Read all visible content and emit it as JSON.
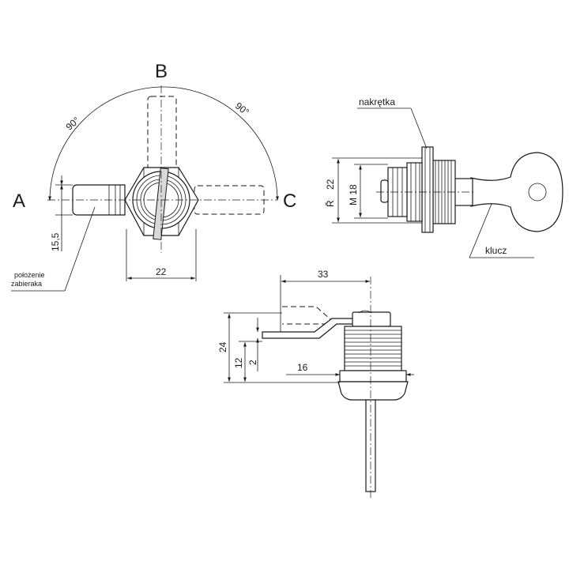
{
  "views": {
    "front": {
      "positions": {
        "a": "A",
        "b": "B",
        "c": "C"
      },
      "angles": {
        "left": "90°",
        "right": "90°"
      },
      "dims": {
        "width": "22",
        "offset": "15,5"
      },
      "cam_label": {
        "line1": "położenie",
        "line2": "zabieraka"
      }
    },
    "side": {
      "labels": {
        "nut": "nakrętka",
        "key": "klucz"
      },
      "dims": {
        "outer": "22",
        "thread": "M 18",
        "symbol": "Ř"
      }
    },
    "bottom": {
      "dims": {
        "cam_length": "33",
        "height": "24",
        "offset": "12",
        "thickness": "2",
        "depth": "16"
      }
    }
  }
}
